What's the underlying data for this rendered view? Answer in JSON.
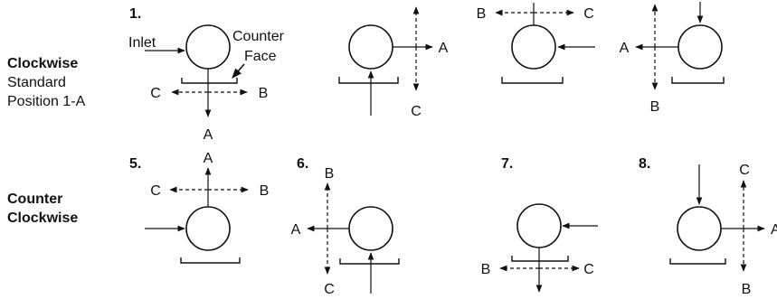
{
  "row_labels": {
    "clockwise": {
      "title": "Clockwise",
      "line2": "Standard",
      "line3": "Position 1-A"
    },
    "counter_clockwise": {
      "line1": "Counter",
      "line2": "Clockwise"
    }
  },
  "panels": [
    {
      "number": "1.",
      "callouts": {
        "inlet": "Inlet",
        "counter": "Counter",
        "face": "Face"
      },
      "ports": {
        "down": "A",
        "left": "C",
        "right": "B"
      }
    },
    {
      "number": "",
      "ports": {
        "right": "A",
        "down": "C"
      }
    },
    {
      "number": "",
      "ports": {
        "left": "B",
        "right": "C"
      }
    },
    {
      "number": "",
      "ports": {
        "left": "A",
        "down": "B"
      }
    },
    {
      "number": "5.",
      "ports": {
        "up": "A",
        "left": "C",
        "right": "B"
      }
    },
    {
      "number": "6.",
      "ports": {
        "up": "B",
        "left": "A",
        "down": "C"
      }
    },
    {
      "number": "7.",
      "ports": {
        "left": "B",
        "right": "C"
      }
    },
    {
      "number": "8.",
      "ports": {
        "up": "C",
        "right": "A",
        "down": "B"
      }
    }
  ]
}
